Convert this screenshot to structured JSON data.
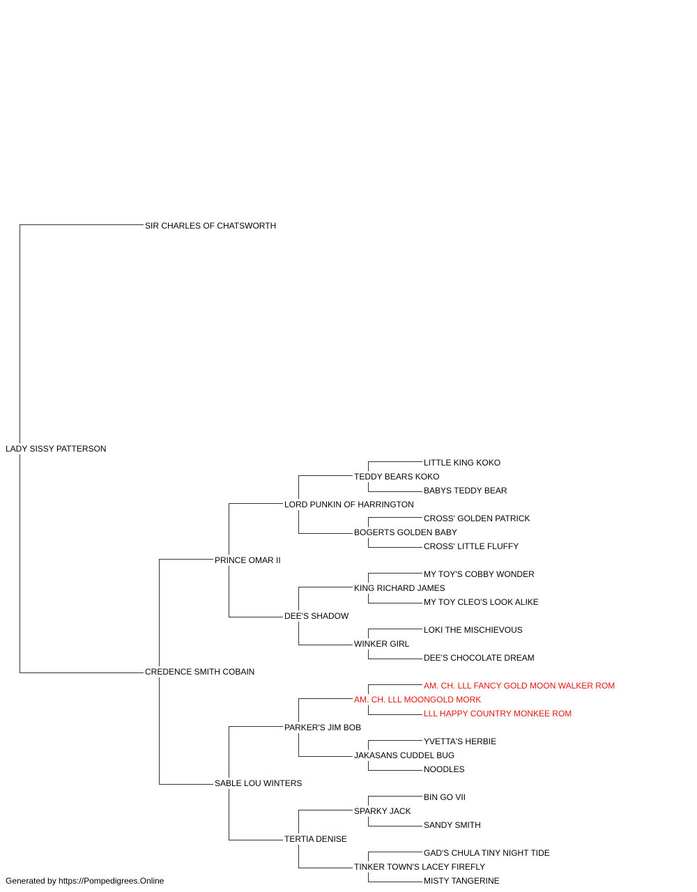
{
  "colors": {
    "line": "#333333",
    "text": "#000000",
    "highlight": "#e8130f"
  },
  "pedigree": {
    "subject": "LADY SISSY PATTERSON",
    "sire": "SIR CHARLES OF CHATSWORTH",
    "dam": {
      "name": "CREDENCE SMITH COBAIN",
      "sire": {
        "name": "PRINCE OMAR II",
        "sire": {
          "name": "LORD PUNKIN OF HARRINGTON",
          "sire": {
            "name": "TEDDY BEARS KOKO",
            "sire": "LITTLE KING KOKO",
            "dam": "BABYS TEDDY BEAR"
          },
          "dam": {
            "name": "BOGERTS GOLDEN BABY",
            "sire": "CROSS' GOLDEN PATRICK",
            "dam": "CROSS' LITTLE FLUFFY"
          }
        },
        "dam": {
          "name": "DEE'S SHADOW",
          "sire": {
            "name": "KING RICHARD JAMES",
            "sire": "MY TOY'S COBBY WONDER",
            "dam": "MY TOY CLEO'S LOOK ALIKE"
          },
          "dam": {
            "name": "WINKER GIRL",
            "sire": "LOKI THE MISCHIEVOUS",
            "dam": "DEE'S CHOCOLATE DREAM"
          }
        }
      },
      "dam": {
        "name": "SABLE LOU WINTERS",
        "sire": {
          "name": "PARKER'S JIM BOB",
          "sire": {
            "name": "AM. CH. LLL MOONGOLD MORK",
            "sire": "AM. CH. LLL FANCY GOLD MOON WALKER ROM",
            "dam": "LLL HAPPY COUNTRY MONKEE ROM"
          },
          "dam": {
            "name": "JAKASANS CUDDEL BUG",
            "sire": "YVETTA'S HERBIE",
            "dam": "NOODLES"
          }
        },
        "dam": {
          "name": "TERTIA DENISE",
          "sire": {
            "name": "SPARKY JACK",
            "sire": "BIN GO VII",
            "dam": "SANDY SMITH"
          },
          "dam": {
            "name": "TINKER TOWN'S LACEY FIREFLY",
            "sire": "GAD'S CHULA TINY NIGHT TIDE",
            "dam": "MISTY TANGERINE"
          }
        }
      }
    }
  },
  "highlighted": [
    "AM. CH. LLL MOONGOLD MORK",
    "AM. CH. LLL FANCY GOLD MOON WALKER ROM",
    "LLL HAPPY COUNTRY MONKEE ROM"
  ],
  "footer": "Generated by https://Pompedigrees.Online"
}
